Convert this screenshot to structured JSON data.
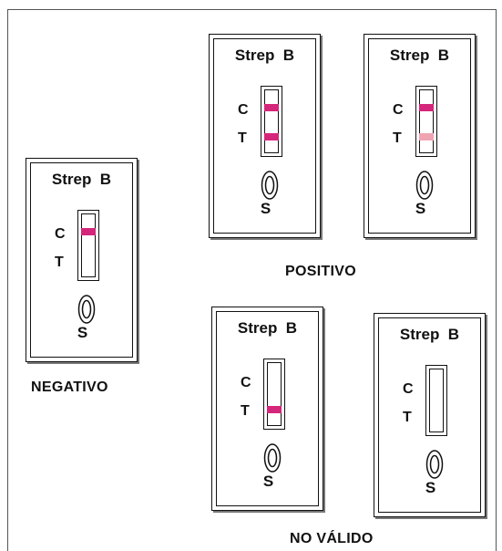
{
  "colors": {
    "band_strong": "#d4267a",
    "band_faint": "#f0a4b2",
    "outline": "#111111"
  },
  "labels": {
    "control": "C",
    "test": "T",
    "sample": "S"
  },
  "captions": {
    "negative": "NEGATIVO",
    "positive": "POSITIVO",
    "invalid": "NO VÁLIDO"
  },
  "cassettes": [
    {
      "id": "negative",
      "title": "Strep  B",
      "c_band": "strong",
      "t_band": "none"
    },
    {
      "id": "positive-1",
      "title": "Strep  B",
      "c_band": "strong",
      "t_band": "strong"
    },
    {
      "id": "positive-2",
      "title": "Strep  B",
      "c_band": "strong",
      "t_band": "faint"
    },
    {
      "id": "invalid-1",
      "title": "Strep  B",
      "c_band": "none",
      "t_band": "strong"
    },
    {
      "id": "invalid-2",
      "title": "Strep  B",
      "c_band": "none",
      "t_band": "none"
    }
  ]
}
